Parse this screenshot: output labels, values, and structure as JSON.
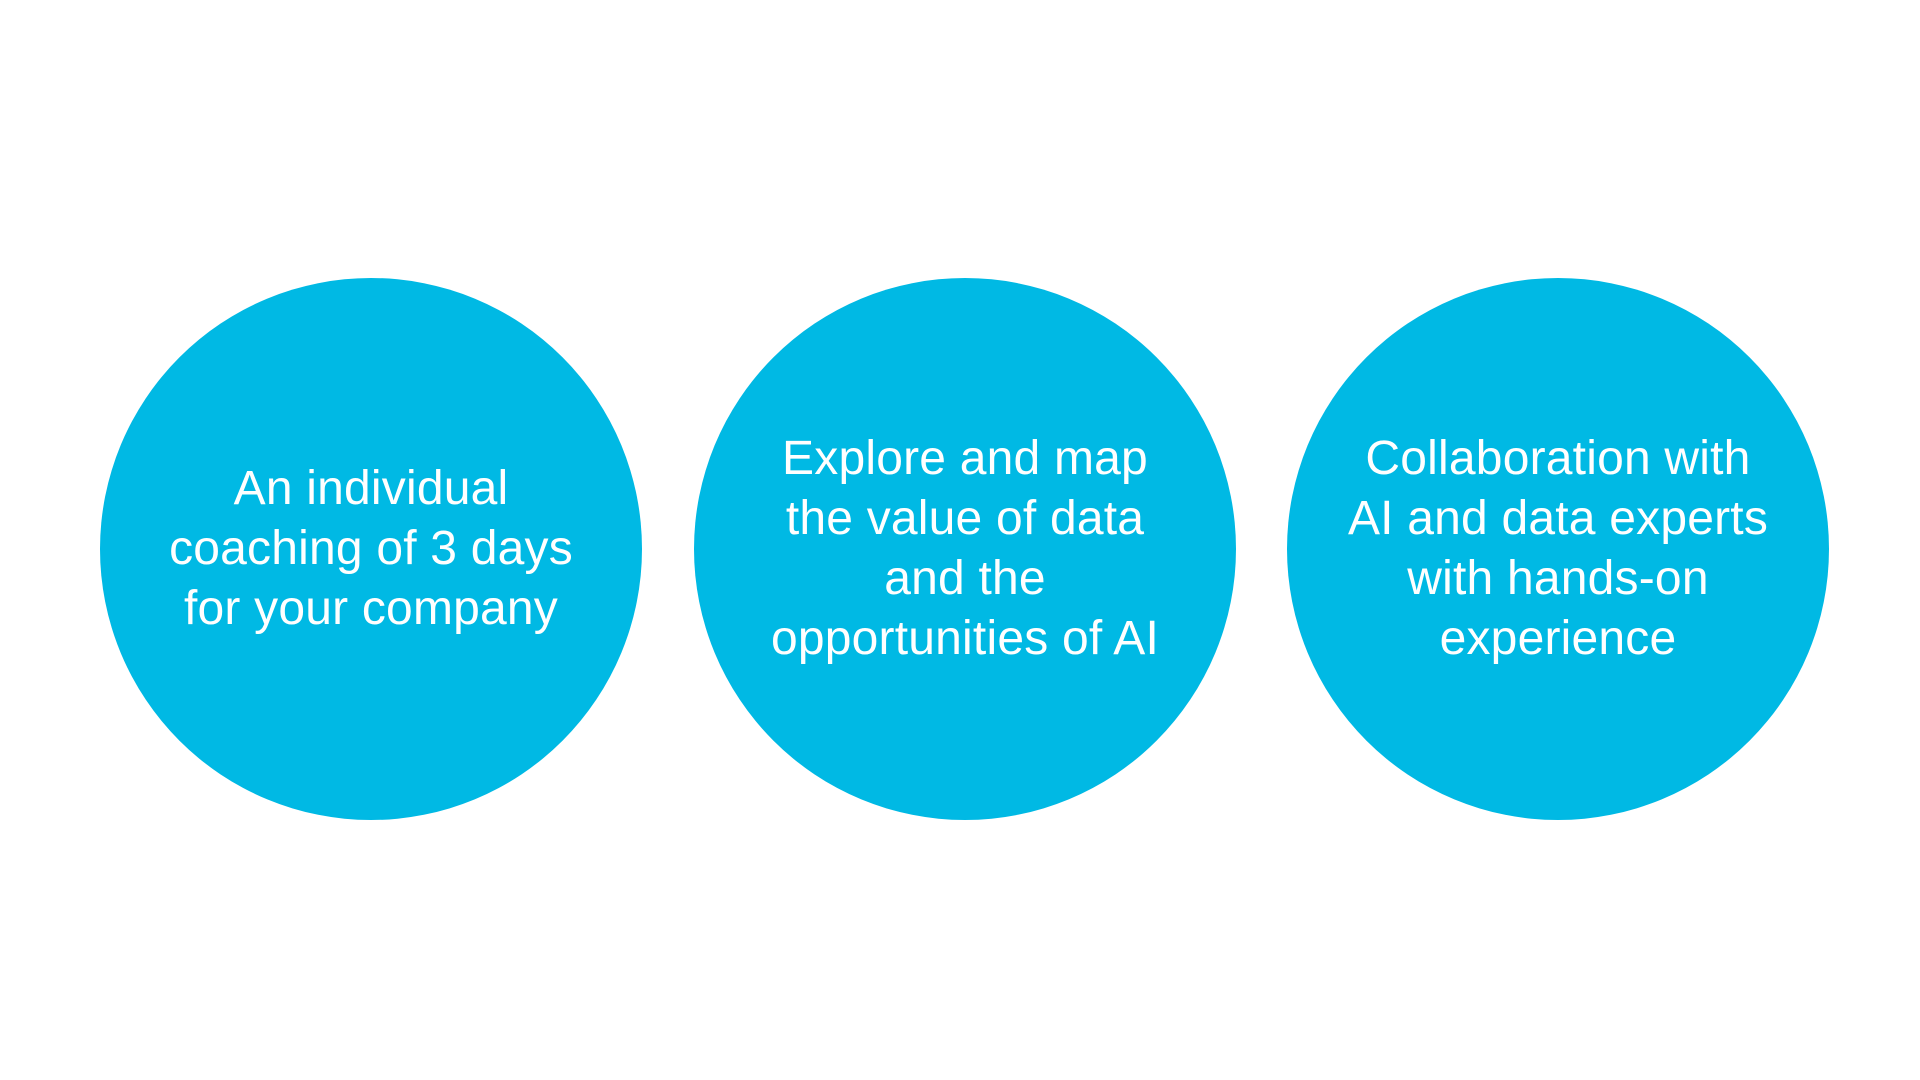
{
  "circles": [
    {
      "lines": [
        "An individual",
        "coaching of 3 days",
        "for your company"
      ]
    },
    {
      "lines": [
        "Explore and map",
        "the value of data",
        "and the",
        "opportunities of AI"
      ]
    },
    {
      "lines": [
        "Collaboration with",
        "AI and data experts",
        "with hands-on",
        "experience"
      ]
    }
  ],
  "colors": {
    "circle_fill": "#00b9e4",
    "text": "#ffffff",
    "background": "#ffffff"
  }
}
